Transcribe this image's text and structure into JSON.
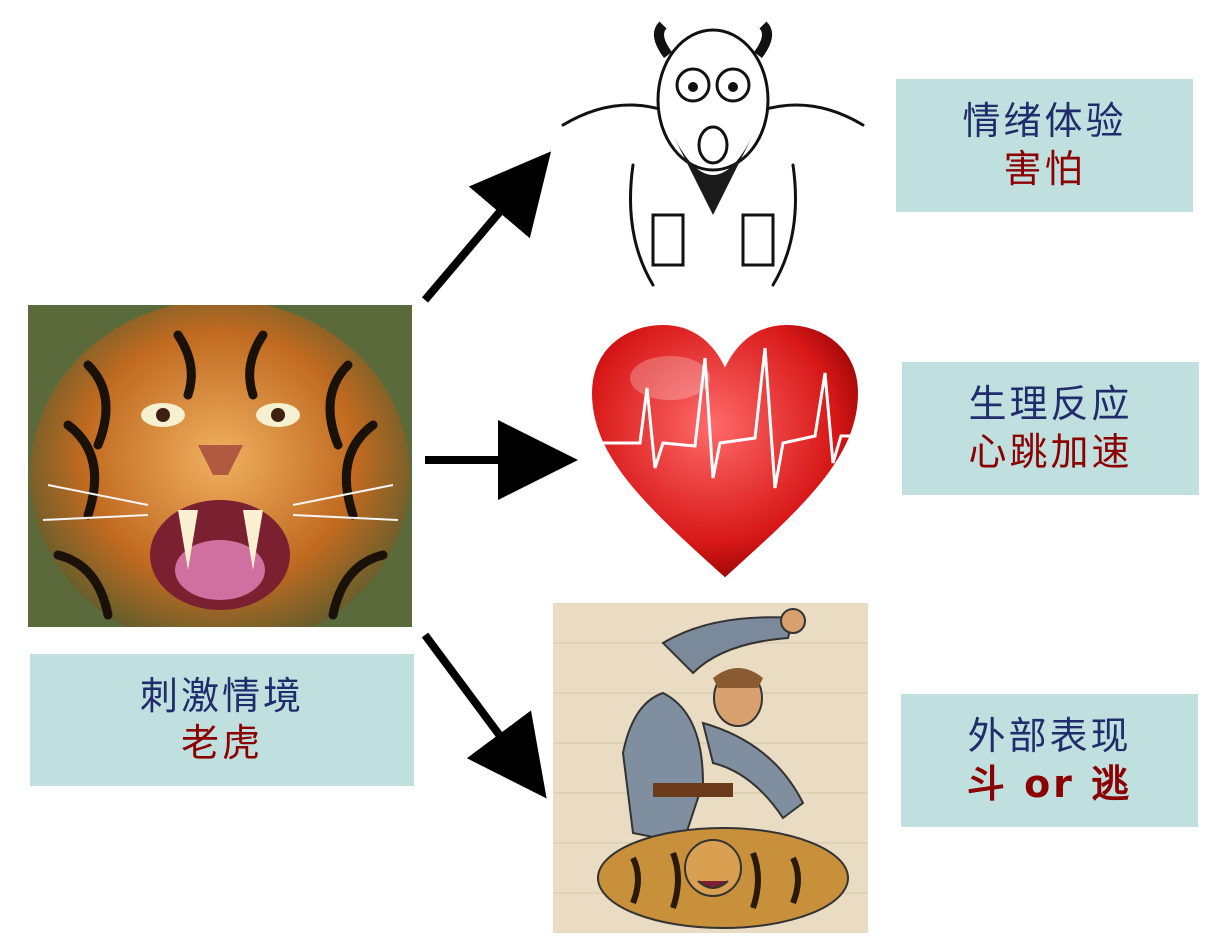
{
  "stimulus": {
    "title": "刺激情境",
    "value": "老虎"
  },
  "experience": {
    "title": "情绪体验",
    "value": "害怕"
  },
  "physiology": {
    "title": "生理反应",
    "value": "心跳加速"
  },
  "expression": {
    "title": "外部表现",
    "value": "斗 or 逃"
  },
  "colors": {
    "box_bg": "#c0e0e0",
    "title_text": "#1f2d6b",
    "value_text": "#8b0000",
    "arrow": "#000000"
  },
  "icons": [
    "tiger-image",
    "scared-man-image",
    "heartbeat-heart-image",
    "tiger-fighter-image"
  ]
}
